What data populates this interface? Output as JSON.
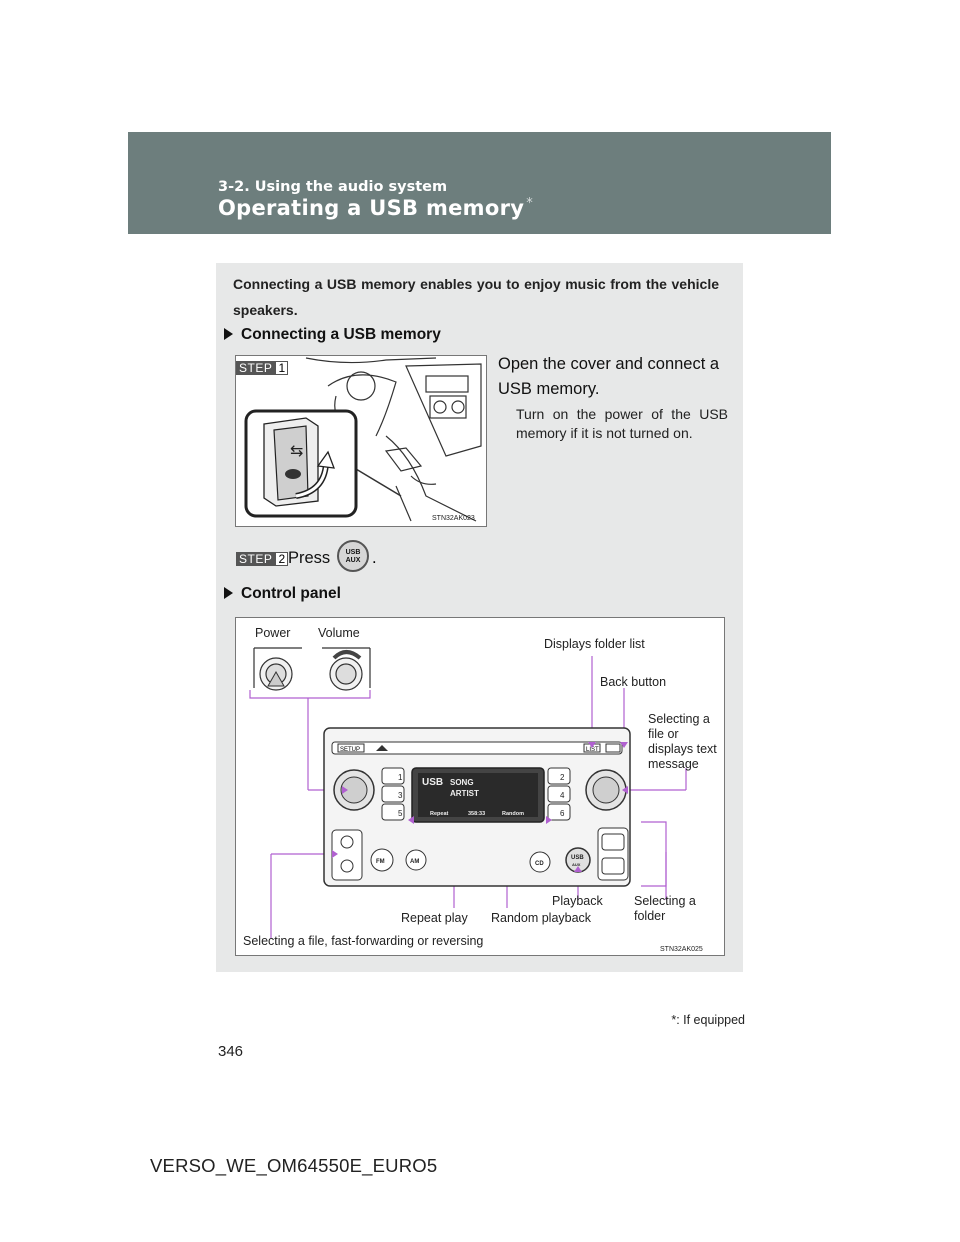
{
  "header": {
    "section": "3-2. Using the audio system",
    "title": "Operating a USB memory",
    "title_mark": "*"
  },
  "intro": "Connecting a USB memory enables you to enjoy music from the vehicle speakers.",
  "section1": {
    "heading": "Connecting a USB memory",
    "step1": {
      "badge": "STEP",
      "number": "1",
      "text": "Open the cover and connect a USB memory.",
      "note": "Turn on the power of the USB memory if it is not turned on.",
      "figure_code": "STN32AK023"
    },
    "step2": {
      "badge": "STEP",
      "number": "2",
      "text": "Press",
      "button_label": "USB AUX",
      "end": "."
    }
  },
  "section2": {
    "heading": "Control panel",
    "figure_code": "STN32AK025",
    "labels": {
      "power": "Power",
      "volume": "Volume",
      "folder_list": "Displays folder list",
      "back": "Back button",
      "select_file": "Selecting a file or displays text message",
      "playback": "Playback",
      "select_folder": "Selecting a folder",
      "repeat": "Repeat play",
      "random": "Random playback",
      "fast": "Selecting a file, fast-forwarding or reversing"
    },
    "panel_text": {
      "setup": "SETUP",
      "list": "LIST",
      "fm": "FM",
      "am": "AM",
      "cd": "CD",
      "usb": "USB",
      "aux": "AUX",
      "display_source": "USB",
      "song": "SONG",
      "artist": "ARTIST",
      "repeat": "Repeat",
      "time": "358:33",
      "random": "Random",
      "presets": [
        "1",
        "2",
        "3",
        "4",
        "5",
        "6"
      ]
    }
  },
  "footnote": "*: If equipped",
  "page_number": "346",
  "doc_id": "VERSO_WE_OM64550E_EURO5",
  "colors": {
    "header_bg": "#6d7e7d",
    "panel_bg": "#e7e8e8",
    "callout_line": "#b060d0"
  }
}
